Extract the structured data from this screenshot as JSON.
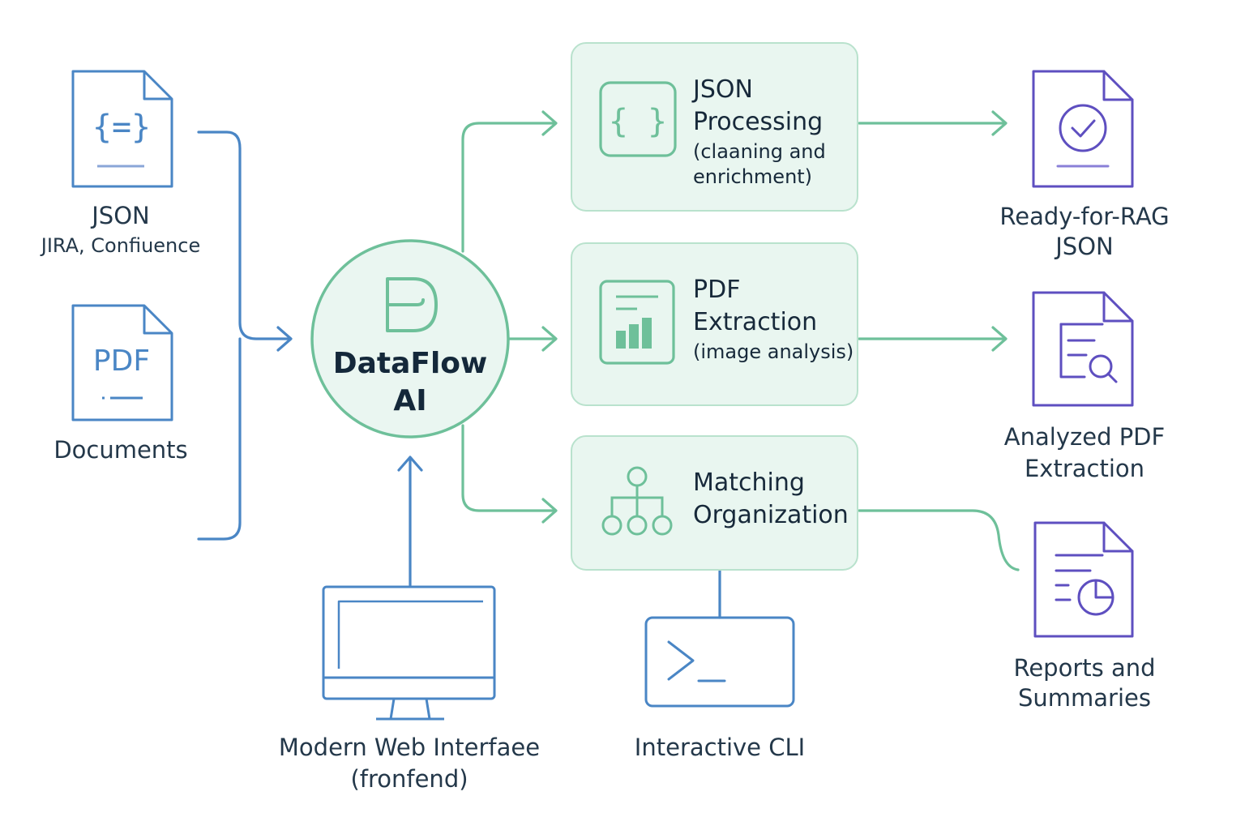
{
  "sources": {
    "json": {
      "title": "JSON",
      "subtitle": "JIRA, Confiuence",
      "icon": "json-file-icon",
      "icon_text": "{=}"
    },
    "pdf": {
      "title": "Documents",
      "icon": "pdf-file-icon",
      "icon_text": "PDF"
    }
  },
  "hub": {
    "line1": "DataFlow",
    "line2": "AI",
    "icon": "dataflow-logo-icon"
  },
  "processes": [
    {
      "title_line1": "JSON",
      "title_line2": "Processing",
      "sub_line1": "(claaning and",
      "sub_line2": "enrichment)",
      "icon": "braces-icon",
      "icon_text": "{ }"
    },
    {
      "title_line1": "PDF",
      "title_line2": "Extraction",
      "sub_line1": "(image analysis)",
      "icon": "bar-chart-icon"
    },
    {
      "title_line1": "Matching",
      "title_line2": "Organization",
      "icon": "hierarchy-icon"
    }
  ],
  "outputs": [
    {
      "line1": "Ready-for-RAG",
      "line2": "JSON",
      "icon": "checkmark-document-icon"
    },
    {
      "line1": "Analyzed PDF",
      "line2": "Extraction",
      "icon": "search-document-icon"
    },
    {
      "line1": "Reports and",
      "line2": "Summaries",
      "icon": "pie-chart-document-icon"
    }
  ],
  "interfaces": {
    "web": {
      "line1": "Modern Web Interfaee",
      "line2": "(fronfend)",
      "icon": "monitor-icon"
    },
    "cli": {
      "label": "Interactive CLI",
      "icon": "terminal-icon"
    }
  },
  "colors": {
    "blue": "#4a86c5",
    "green": "#6ec09a",
    "purple": "#5e4fc0",
    "box_fill": "#e9f6f0",
    "text": "#24384a"
  }
}
